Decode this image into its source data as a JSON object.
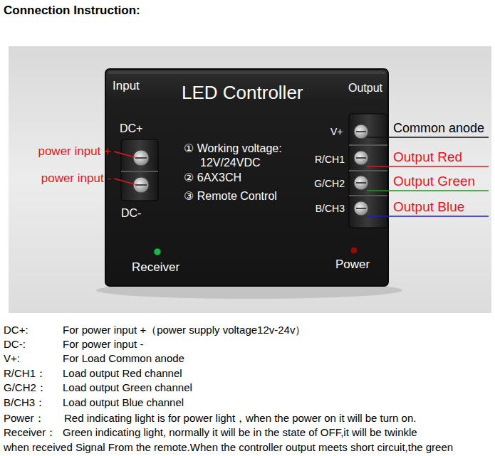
{
  "diagram": {
    "title": "Connection Instruction:",
    "nodes": [
      {
        "text": [
          "LED Controller",
          "① Working voltage: 12V/24VDC",
          "② 6AX3CH",
          "③ Remote Control"
        ]
      }
    ],
    "labels": [
      "Input",
      "Output",
      "DC+",
      "DC-",
      "V+",
      "R/CH1",
      "G/CH2",
      "B/CH3",
      "Receiver",
      "Power",
      "power input +",
      "power input -",
      "Common anode",
      "Output Red",
      "Output Green",
      "Output Blue",
      "DC+:",
      "For power input +（power supply voltage12v-24v）",
      "DC-:",
      "For power input -",
      "V+:",
      "For Load Common anode",
      "R/CH1：",
      "Load output Red channel",
      "G/CH2：",
      "Load output Green channel",
      "B/CH3：",
      "Load output Blue channel",
      "Power：",
      "Red indicating light is for power light，when the power on it will be turn on.",
      "Receiver：",
      "Green indicating light, normally it will be in the state of OFF,it will be twinkle",
      "when received Signal From the remote.When the controller output meets short circuit,the green"
    ]
  }
}
